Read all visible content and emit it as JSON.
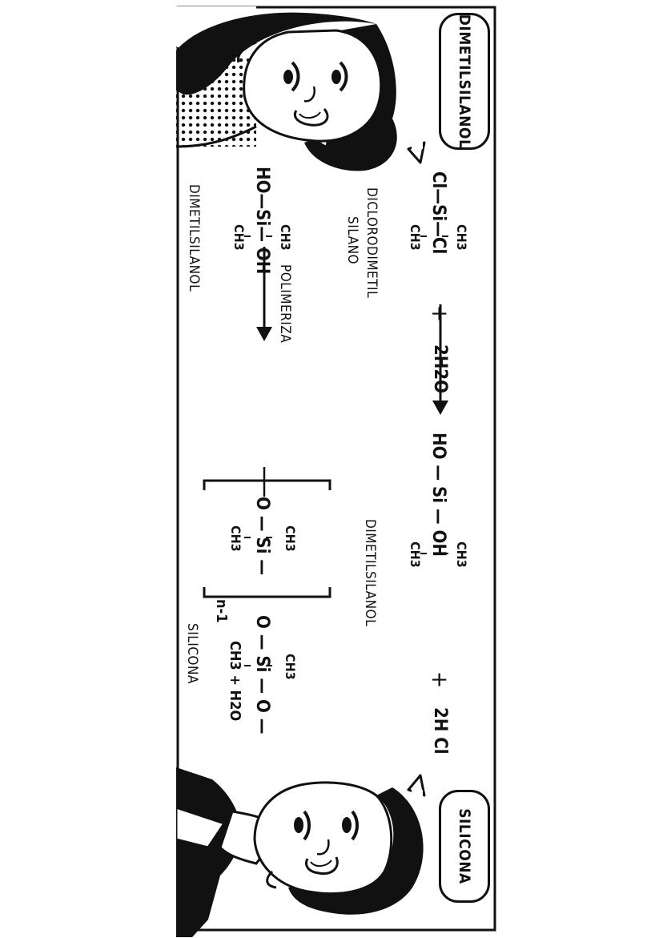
{
  "bubbles": {
    "left": "DIMETILSILANOL",
    "right": "SILICONA"
  },
  "reaction1": {
    "reactant_top": "CH3",
    "reactant_main": "Cl—Si—Cl",
    "reactant_bottom": "CH3",
    "reactant_label_line1": "DICLORODIMETIL",
    "reactant_label_line2": "SILANO",
    "plus": "+",
    "water": "2H2O",
    "product_top": "CH3",
    "product_main": "HO — Si — OH",
    "product_bottom": "CH3",
    "product_label": "DIMETILSILANOL",
    "plus2": "+",
    "byproduct": "2H Cl"
  },
  "reaction2": {
    "reactant_top": "CH3",
    "reactant_main": "HO—Si— OH",
    "reactant_bottom": "CH3",
    "reactant_label": "DIMETILSILANOL",
    "arrow_label": "POLIMERIZA",
    "unit_top": "CH3",
    "unit_main": "O — Si —",
    "unit_bottom": "CH3",
    "subscript": "n-1",
    "tail_top": "CH3",
    "tail_main": "O — Si — O —",
    "tail_bottom": "CH3 + H2O",
    "product_label": "SILICONA"
  },
  "figures": {
    "left": "woman-with-curled-hair",
    "right": "man-with-side-parted-hair"
  },
  "colors": {
    "ink": "#111111",
    "paper": "#ffffff"
  }
}
